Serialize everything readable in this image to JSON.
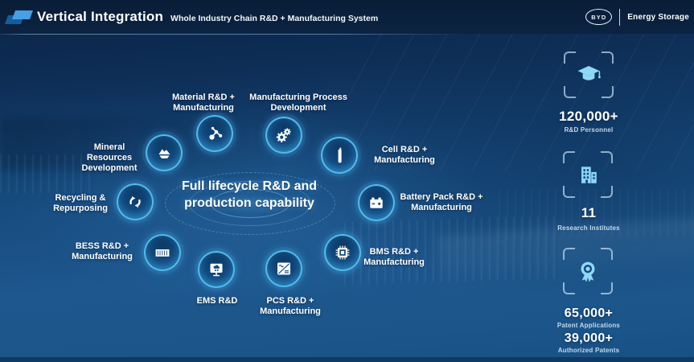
{
  "header": {
    "title": "Vertical Integration",
    "subtitle": "Whole Industry Chain R&D + Manufacturing System",
    "brand": {
      "logo_text": "BYD",
      "division": "Energy Storage"
    }
  },
  "diagram": {
    "center": {
      "line1": "Full lifecycle R&D and",
      "line2": "production capability"
    },
    "nodes": [
      {
        "id": "mineral",
        "icon": "mineral-icon",
        "lines": [
          "Mineral",
          "Resources",
          "Development"
        ]
      },
      {
        "id": "material",
        "icon": "molecule-icon",
        "lines": [
          "Material R&D +",
          "Manufacturing"
        ]
      },
      {
        "id": "process",
        "icon": "gears-icon",
        "lines": [
          "Manufacturing Process",
          "Development"
        ]
      },
      {
        "id": "cell",
        "icon": "battery-cell-icon",
        "lines": [
          "Cell R&D +",
          "Manufacturing"
        ]
      },
      {
        "id": "battery",
        "icon": "battery-pack-icon",
        "lines": [
          "Battery Pack R&D +",
          "Manufacturing"
        ]
      },
      {
        "id": "bms",
        "icon": "chip-icon",
        "lines": [
          "BMS R&D +",
          "Manufacturing"
        ]
      },
      {
        "id": "pcs",
        "icon": "inverter-icon",
        "lines": [
          "PCS R&D +",
          "Manufacturing"
        ]
      },
      {
        "id": "ems",
        "icon": "monitor-cloud-icon",
        "lines": [
          "EMS R&D"
        ]
      },
      {
        "id": "bess",
        "icon": "container-icon",
        "lines": [
          "BESS R&D +",
          "Manufacturing"
        ]
      },
      {
        "id": "recycling",
        "icon": "recycle-arrows-icon",
        "lines": [
          "Recycling &",
          "Repurposing"
        ]
      }
    ]
  },
  "stats": [
    {
      "icon": "graduation-cap-icon",
      "metrics": [
        {
          "value": "120,000+",
          "label": "R&D Personnel"
        }
      ]
    },
    {
      "icon": "building-icon",
      "metrics": [
        {
          "value": "11",
          "label": "Research Institutes"
        }
      ]
    },
    {
      "icon": "medal-icon",
      "metrics": [
        {
          "value": "65,000+",
          "label": "Patent Applications"
        },
        {
          "value": "39,000+",
          "label": "Authorized Patents"
        }
      ]
    }
  ],
  "colors": {
    "accent_ring": "#58c6f6",
    "sidebar_icon": "#8ed9f8",
    "header_bg": "#0a2040",
    "bg_top": "#0a2344",
    "bg_mid": "#1d578d",
    "glyph_dark": "#11477c"
  }
}
